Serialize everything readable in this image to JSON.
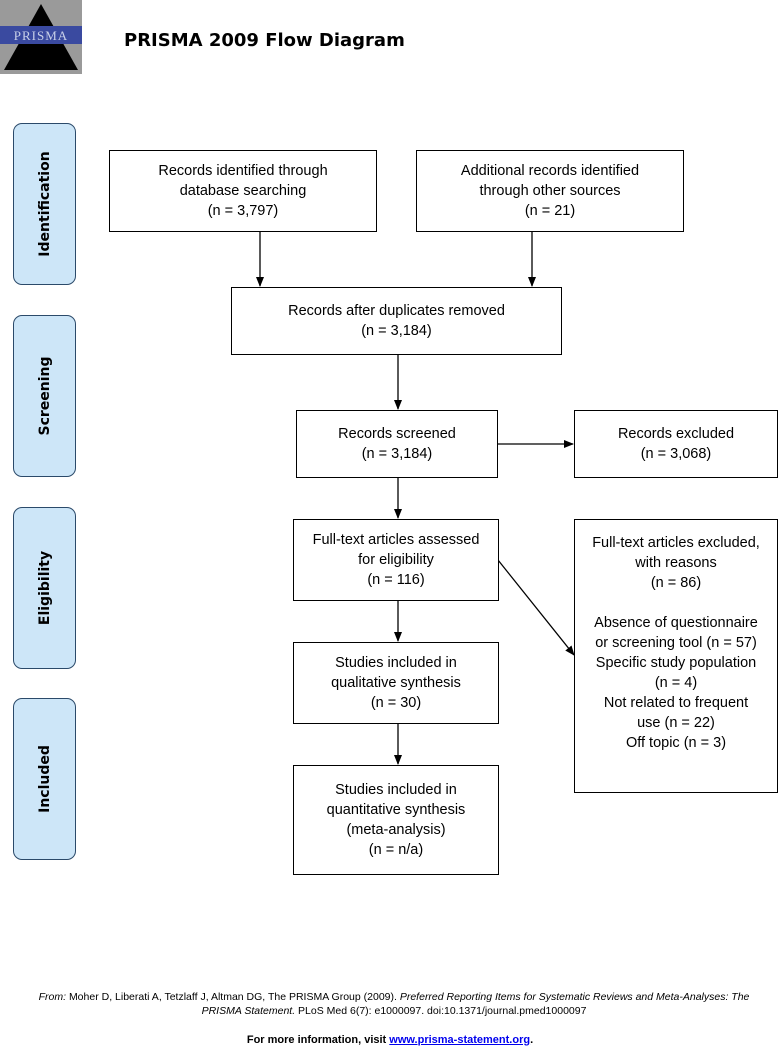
{
  "header": {
    "logo_text": "PRISMA",
    "title": "PRISMA 2009 Flow Diagram"
  },
  "phases": {
    "identification": "Identification",
    "screening": "Screening",
    "eligibility": "Eligibility",
    "included": "Included"
  },
  "boxes": {
    "records_db": [
      "Records identified through",
      "database searching",
      "(n = 3,797)"
    ],
    "records_other": [
      "Additional records identified",
      "through other sources",
      "(n = 21)"
    ],
    "after_duplicates": [
      "Records after duplicates removed",
      "(n = 3,184)"
    ],
    "screened": [
      "Records screened",
      "(n = 3,184)"
    ],
    "excluded": [
      "Records excluded",
      "(n = 3,068)"
    ],
    "fulltext_assessed": [
      "Full-text articles assessed",
      "for eligibility",
      "(n = 116)"
    ],
    "fulltext_excluded_head": [
      "Full-text articles excluded,",
      "with reasons",
      "(n = 86)"
    ],
    "fulltext_excluded_reasons": [
      "Absence of questionnaire",
      "or screening tool (n = 57)",
      "Specific study population",
      "(n = 4)",
      "Not related to frequent",
      "use (n = 22)",
      "Off topic (n = 3)"
    ],
    "qualitative": [
      "Studies included in",
      "qualitative synthesis",
      "(n = 30)"
    ],
    "quantitative": [
      "Studies included in",
      "quantitative synthesis",
      "(meta-analysis)",
      "(n = n/a)"
    ]
  },
  "footer": {
    "from_label": "From:",
    "citation_part1": "Moher D, Liberati A, Tetzlaff J, Altman DG, The PRISMA Group (2009).",
    "citation_title": "Preferred Reporting Items for Systematic Reviews and Meta-Analyses: The PRISMA Statement.",
    "citation_part2": "PLoS Med 6(7): e1000097. doi:10.1371/journal.pmed1000097",
    "more_info_prefix": "For more information, visit",
    "more_info_link": "www.prisma-statement.org",
    "more_info_suffix": "."
  }
}
